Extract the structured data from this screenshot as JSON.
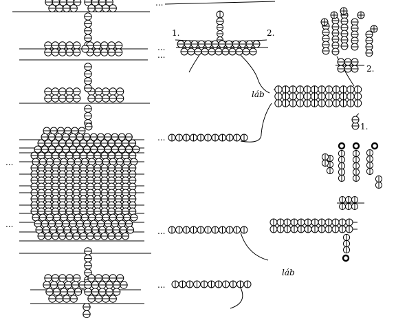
{
  "labels": {
    "num1": "1.",
    "num2": "2.",
    "num1_hand": "1.",
    "num2_hand": "2.",
    "lab_upper": "láb",
    "lab_lower": "láb",
    "dots": "..."
  },
  "colors": {
    "ink": "#000000",
    "paper": "#ffffff"
  }
}
